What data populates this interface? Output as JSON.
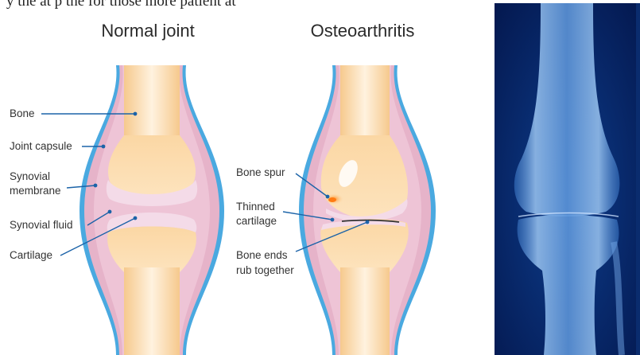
{
  "caption_fragment": "y  the  at  p  the  for  those  more  patient  at",
  "normal_joint": {
    "title": "Normal joint",
    "labels": {
      "bone": "Bone",
      "joint_capsule": "Joint capsule",
      "synovial_membrane_line1": "Synovial",
      "synovial_membrane_line2": "membrane",
      "synovial_fluid": "Synovial fluid",
      "cartilage": "Cartilage"
    }
  },
  "osteoarthritis": {
    "title": "Osteoarthritis",
    "labels": {
      "bone_spur": "Bone spur",
      "thinned_cartilage_line1": "Thinned",
      "thinned_cartilage_line2": "cartilage",
      "bone_ends_line1": "Bone ends",
      "bone_ends_line2": "rub together"
    }
  },
  "colors": {
    "bone": "#fbd9a8",
    "bone_highlight": "#fff4e3",
    "capsule_outer": "#4aa9e0",
    "membrane": "#e6b3c9",
    "cartilage": "#f4dbe8",
    "leader": "#1b63a8",
    "xray_bg": "#06205a"
  }
}
